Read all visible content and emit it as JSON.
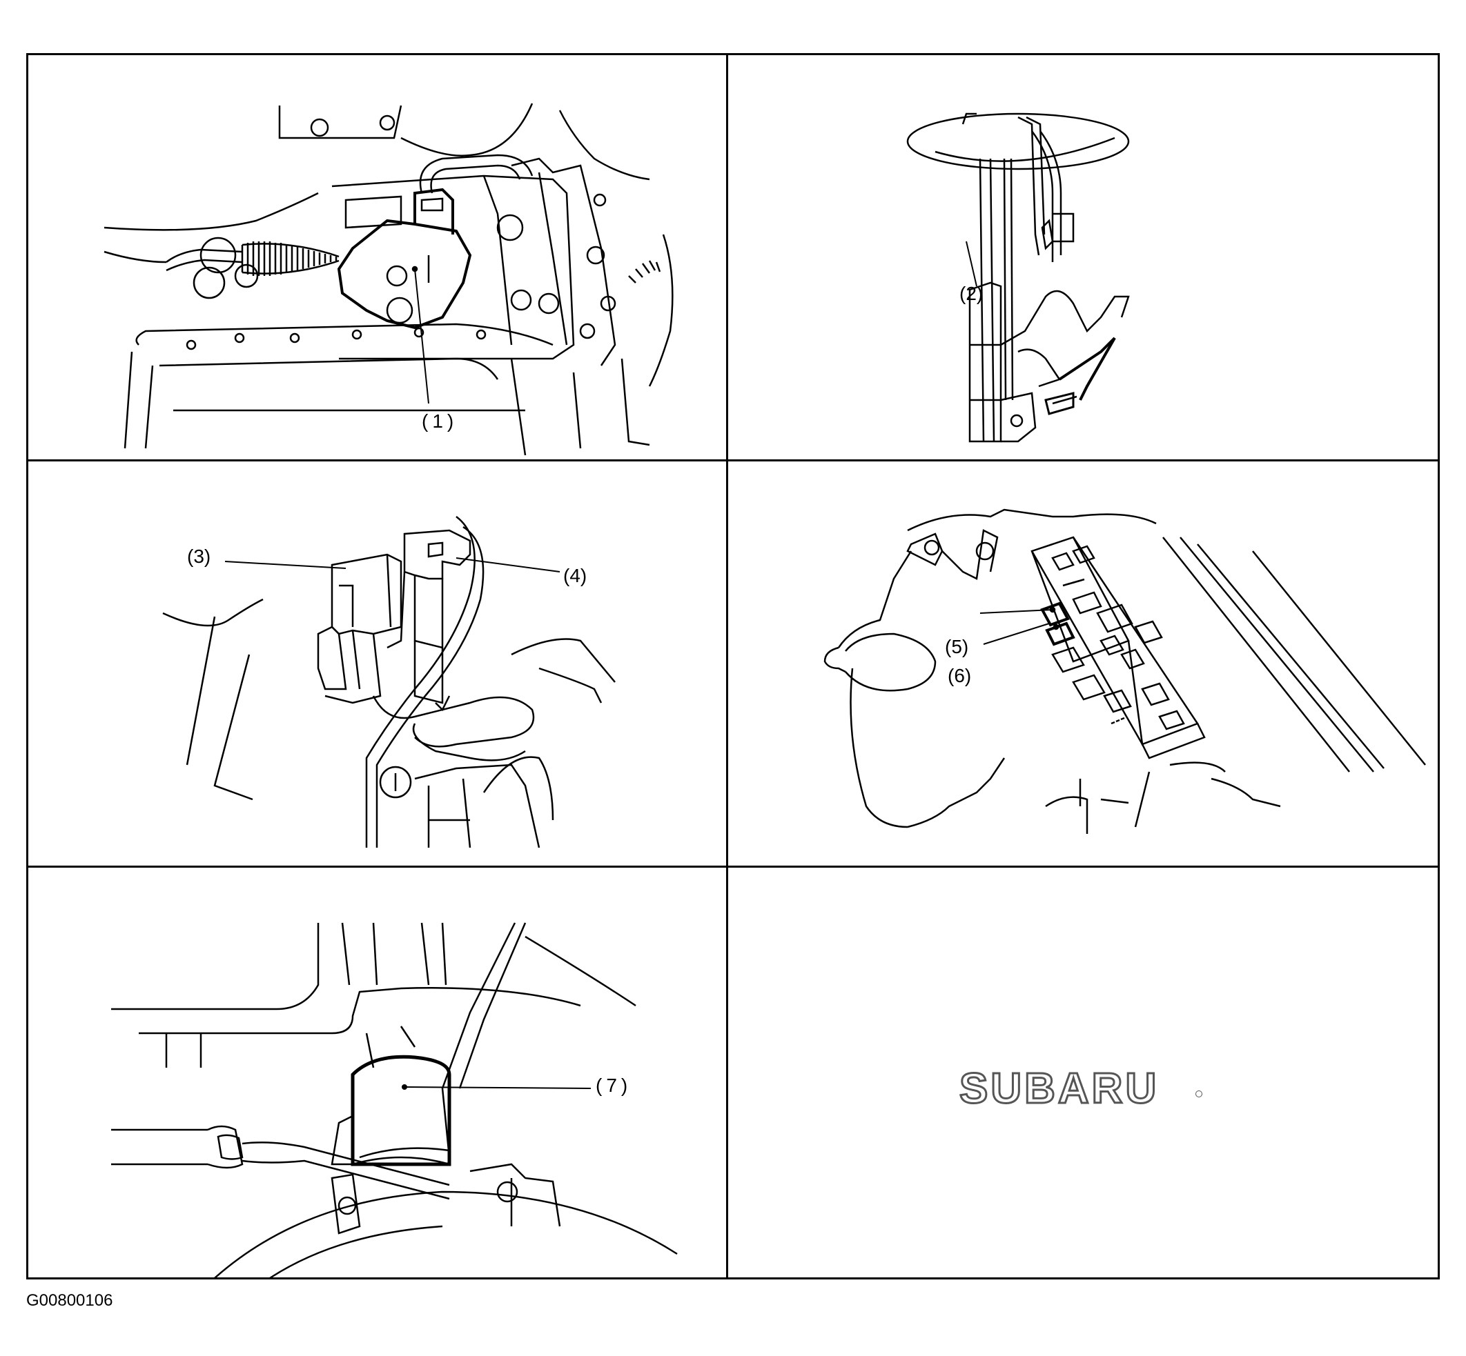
{
  "figure_code": "G00800106",
  "panels": [
    {
      "id": "panel-1",
      "callouts": [
        "(1)"
      ]
    },
    {
      "id": "panel-2",
      "callouts": [
        "(2)"
      ]
    },
    {
      "id": "panel-3",
      "callouts": [
        "(3)",
        "(4)"
      ]
    },
    {
      "id": "panel-4",
      "callouts": [
        "(5)",
        "(6)"
      ]
    },
    {
      "id": "panel-5",
      "callouts": [
        "(7)"
      ]
    },
    {
      "id": "panel-6",
      "logo_text": "SUBARU"
    }
  ],
  "colors": {
    "line": "#000000",
    "logo_outline": "#555555",
    "background": "#ffffff"
  }
}
